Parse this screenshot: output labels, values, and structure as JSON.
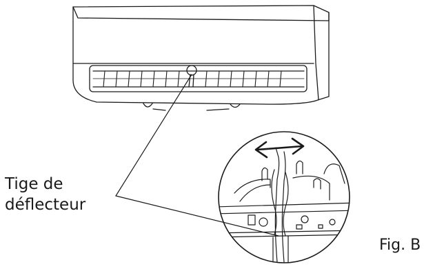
{
  "callout": {
    "line1": "Tige de",
    "line2": "déflecteur"
  },
  "figure_label": "Fig. B",
  "colors": {
    "stroke": "#1a1a1a",
    "text": "#1a1a1a",
    "background": "#ffffff"
  },
  "icons": {
    "swing_direction": "double-arrow-horizontal-icon"
  }
}
